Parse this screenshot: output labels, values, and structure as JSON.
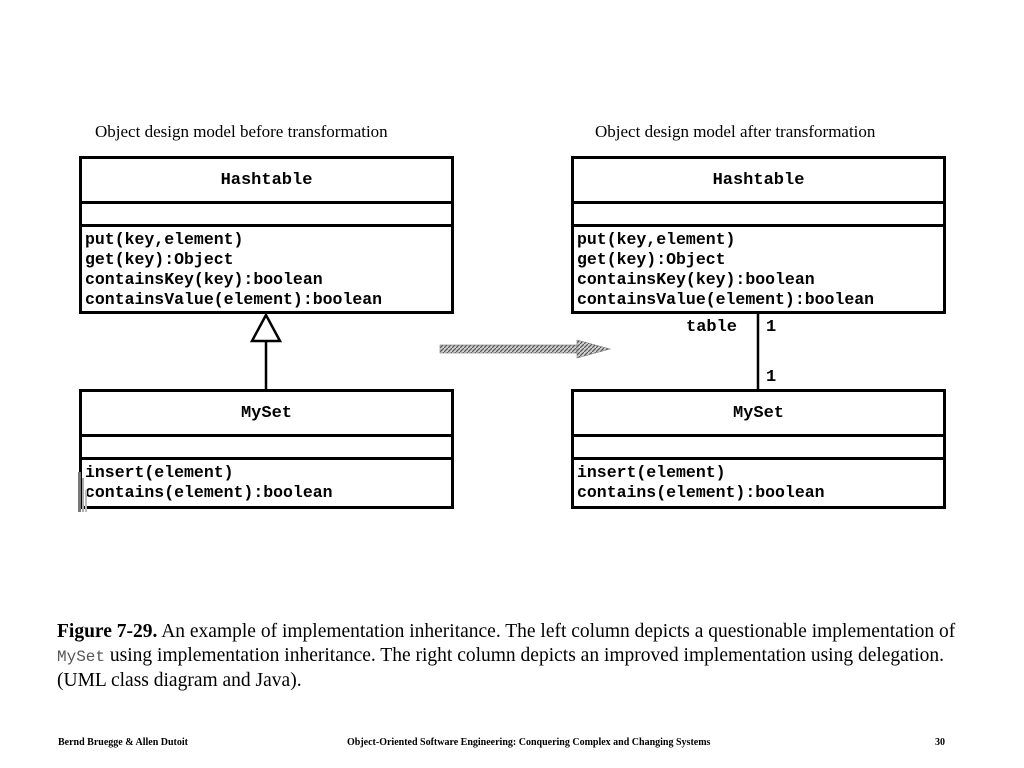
{
  "left": {
    "title": "Object design model before transformation",
    "hashtable": {
      "name": "Hashtable",
      "operations": [
        "put(key,element)",
        "get(key):Object",
        "containsKey(key):boolean",
        "containsValue(element):boolean"
      ]
    },
    "myset": {
      "name": "MySet",
      "operations": [
        "insert(element)",
        "contains(element):boolean"
      ]
    }
  },
  "right": {
    "title": "Object design model after transformation",
    "hashtable": {
      "name": "Hashtable",
      "operations": [
        "put(key,element)",
        "get(key):Object",
        "containsKey(key):boolean",
        "containsValue(element):boolean"
      ]
    },
    "myset": {
      "name": "MySet",
      "operations": [
        "insert(element)",
        "contains(element):boolean"
      ]
    },
    "association": {
      "role": "table",
      "mult_top": "1",
      "mult_bottom": "1"
    }
  },
  "caption": {
    "label": "Figure 7-29.",
    "text_part1": " An example of implementation inheritance. The left column depicts a questionable implementation of ",
    "code": "MySet",
    "text_part2": " using implementation inheritance. The right column depicts an improved implementation using delegation. (UML class diagram and Java)."
  },
  "footer": {
    "authors": "Bernd Bruegge & Allen Dutoit",
    "book": "Object-Oriented Software Engineering: Conquering Complex and Changing Systems",
    "page": "30"
  }
}
